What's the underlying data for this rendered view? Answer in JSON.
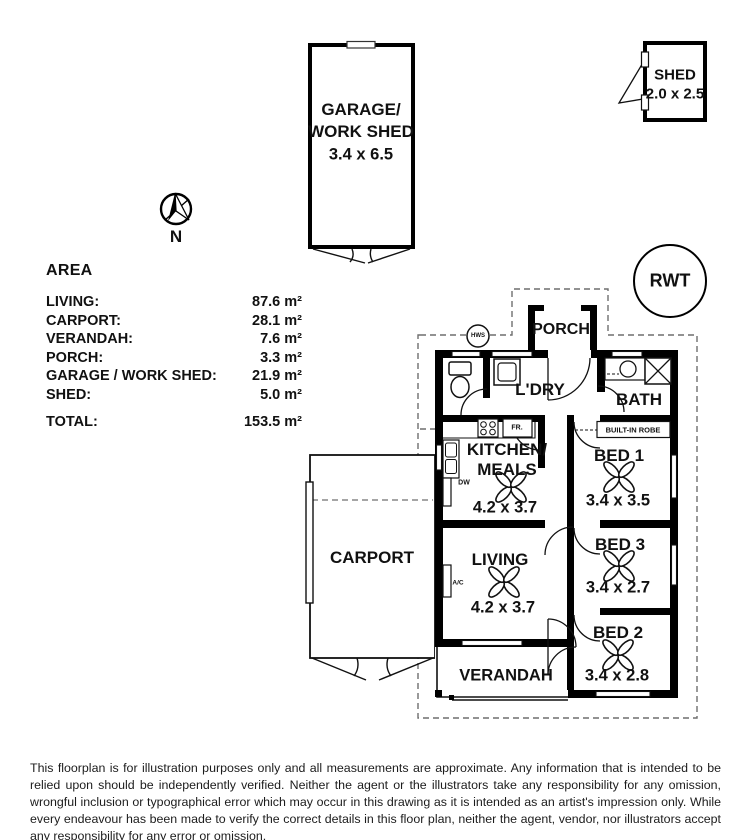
{
  "compass": {
    "label": "N"
  },
  "garage": {
    "line1": "GARAGE/",
    "line2": "WORK SHED",
    "dims": "3.4 x 6.5"
  },
  "shed": {
    "name": "SHED",
    "dims": "2.0 x 2.5"
  },
  "rwt": {
    "label": "RWT"
  },
  "area_table": {
    "title": "AREA",
    "rows": [
      {
        "label": "LIVING:",
        "value": "87.6 m²"
      },
      {
        "label": "CARPORT:",
        "value": "28.1 m²"
      },
      {
        "label": "VERANDAH:",
        "value": "7.6 m²"
      },
      {
        "label": "PORCH:",
        "value": "3.3 m²"
      },
      {
        "label": "GARAGE / WORK SHED:",
        "value": "21.9 m²"
      },
      {
        "label": "SHED:",
        "value": "5.0 m²"
      }
    ],
    "total": {
      "label": "TOTAL:",
      "value": "153.5 m²"
    }
  },
  "floorplan": {
    "porch": "PORCH",
    "laundry": "L'DRY",
    "bath": "BATH",
    "robe": "BUILT-IN ROBE",
    "kitchen_line1": "KITCHEN/",
    "kitchen_line2": "MEALS",
    "kitchen_dims": "4.2 x 3.7",
    "bed1": "BED 1",
    "bed1_dims": "3.4 x 3.5",
    "bed3": "BED 3",
    "bed3_dims": "3.4 x 2.7",
    "bed2": "BED 2",
    "bed2_dims": "3.4 x 2.8",
    "living": "LIVING",
    "living_dims": "4.2 x 3.7",
    "verandah": "VERANDAH",
    "carport": "CARPORT",
    "hws": "HWS",
    "fridge": "FR.",
    "dishwasher": "DW",
    "aircon": "A/C"
  },
  "disclaimer": "This floorplan is for illustration purposes only and all measurements are approximate. Any information that is intended to be relied upon should be independently verified. Neither the agent or the illustrators take any responsibility for any omission, wrongful inclusion or typographical error which may occur in this drawing as it is intended as an artist's impression only. While every endeavour has been made to verify the correct details in this floor plan, neither the agent, vendor, nor illustrators accept any responsibility for any error or omission."
}
